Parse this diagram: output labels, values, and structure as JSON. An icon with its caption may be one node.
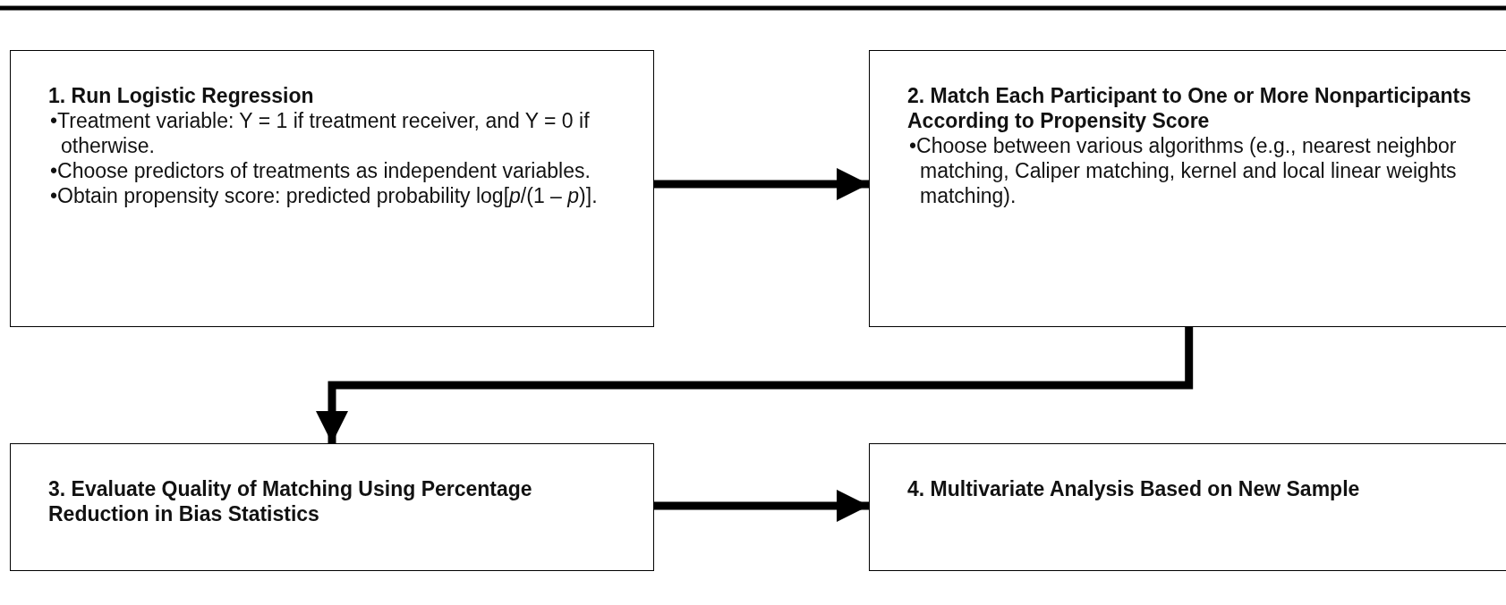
{
  "diagram": {
    "nodes": [
      {
        "text": [
          "1. Run Logistic Regression",
          "•Treatment variable: Y = 1 if treatment receiver, and Y = 0 if otherwise.",
          "•Choose predictors of treatments as independent variables.",
          "•Obtain propensity score: predicted probability log[*p*/(1 – *p*)]."
        ]
      },
      {
        "text": [
          "2. Match Each Participant to One or More Nonparticipants According to Propensity Score",
          "•Choose between various algorithms (e.g., nearest neighbor matching, Caliper matching, kernel and local linear weights matching)."
        ]
      },
      {
        "text": [
          "3. Evaluate Quality of Matching Using Percentage Reduction in Bias Statistics"
        ]
      },
      {
        "text": [
          "4. Multivariate Analysis Based on New Sample"
        ]
      }
    ],
    "edges": [
      {
        "from": 0,
        "to": 1,
        "arrow": "to"
      },
      {
        "from": 1,
        "to": 2,
        "arrow": "to"
      },
      {
        "from": 2,
        "to": 3,
        "arrow": "to"
      }
    ]
  }
}
